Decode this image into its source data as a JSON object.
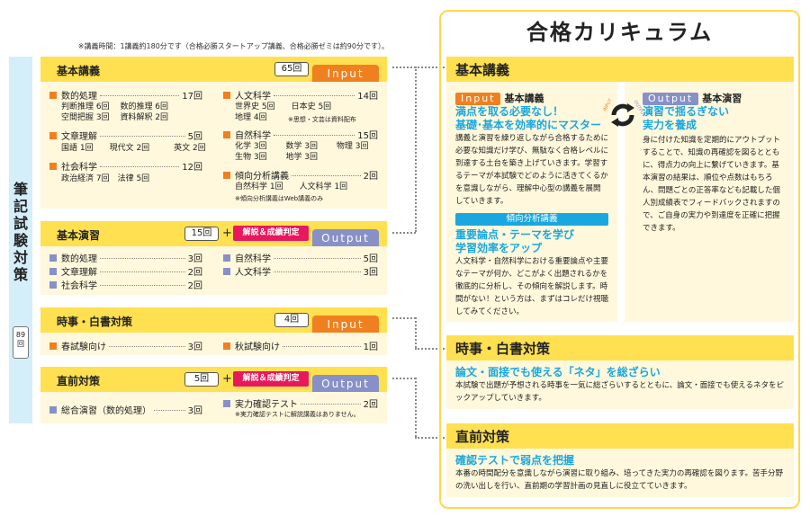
{
  "note": "※講義時間：1講義約180分です（合格必勝スタートアップ講義、合格必勝ゼミは約90分です）。",
  "side": {
    "label": "筆記試験対策",
    "count": "89回"
  },
  "blocks": {
    "kihon_kougi": {
      "title": "基本講義",
      "count": "65回",
      "tag": "Input",
      "items": [
        {
          "label": "数的処理",
          "count": "17回",
          "subs": "判断推理 6回　 数的推理 6回\n空間把握 3回　 資料解釈 2回"
        },
        {
          "label": "文章理解",
          "count": "5回",
          "subs": "国語 1回　　現代文 2回　　　英文 2回"
        },
        {
          "label": "社会科学",
          "count": "12回",
          "subs": "政治経済 7回　法律 5回"
        },
        {
          "label": "人文科学",
          "count": "14回",
          "subs": "世界史 5回　　日本史 5回\n地理 4回"
        },
        {
          "label": "自然科学",
          "count": "15回",
          "subs": "化学 3回　　 数学 3回　　 物理 3回\n生物 3回　　 地学 3回"
        },
        {
          "label": "傾向分析講義",
          "count": "2回",
          "subs": "自然科学 1回　　人文科学 1回"
        }
      ],
      "note_jinbun": "※思想・文芸は資料配布",
      "note_keikou": "※傾向分析講義はWeb講義のみ"
    },
    "kihon_enshu": {
      "title": "基本演習",
      "count": "15回",
      "plus": "+",
      "badge": "解説＆成績判定",
      "tag": "Output",
      "items": [
        {
          "label": "数的処理",
          "count": "3回"
        },
        {
          "label": "文章理解",
          "count": "2回"
        },
        {
          "label": "社会科学",
          "count": "2回"
        },
        {
          "label": "自然科学",
          "count": "5回"
        },
        {
          "label": "人文科学",
          "count": "3回"
        }
      ]
    },
    "jiji": {
      "title": "時事・白書対策",
      "count": "4回",
      "tag": "Input",
      "items": [
        {
          "label": "春試験向け",
          "count": "3回"
        },
        {
          "label": "秋試験向け",
          "count": "1回"
        }
      ]
    },
    "chokuzen": {
      "title": "直前対策",
      "count": "5回",
      "plus": "+",
      "badge": "解説＆成績判定",
      "tag": "Output",
      "items": [
        {
          "label": "総合演習（数的処理）",
          "count": "3回"
        },
        {
          "label": "実力確認テスト",
          "count": "2回"
        }
      ],
      "note": "※実力確認テストに解説講義はありません。"
    }
  },
  "curriculum": {
    "title": "合格カリキュラム",
    "kihon": {
      "header": "基本講義",
      "input": {
        "tag": "Input",
        "title": "基本講義",
        "headline1": "満点を取る必要なし！",
        "headline2": "基礎･基本を効率的にマスター",
        "text": "講義と演習を繰り返しながら合格するために必要な知識だけ学び、無駄なく合格レベルに到達する土台を築き上げていきます。学習するテーマが本試験でどのように活きてくるかを意識しながら、理解中心型の講義を展開していきます。",
        "sub_bar": "傾向分析講義",
        "sub_headline1": "重要論点・テーマを学び",
        "sub_headline2": "学習効率をアップ",
        "sub_text": "人文科学・自然科学における重要論点や主要なテーマが何か、どこがよく出題されるかを徹底的に分析し、その傾向を解説します。時間がない！という方は、まずはコレだけ視聴してみてください。"
      },
      "cycle": {
        "left": "INPUT",
        "right": "OUTPUT"
      },
      "output": {
        "tag": "Output",
        "title": "基本演習",
        "headline1": "演習で揺るぎない",
        "headline2": "実力を養成",
        "text": "身に付けた知識を定期的にアウトプットすることで、知識の再確認を図るとともに、得点力の向上に繋げていきます。基本演習の結果は、順位や点数はもちろん、問題ごとの正答率なども記載した個人別成績表でフィードバックされますので、ご自身の実力や到達度を正確に把握できます。"
      }
    },
    "jiji": {
      "header": "時事・白書対策",
      "headline": "論文・面接でも使える「ネタ」を総ざらい",
      "text": "本試験で出題が予想される時事を一気に総ざらいするとともに、論文・面接でも使えるネタをピックアップしていきます。"
    },
    "chokuzen": {
      "header": "直前対策",
      "headline": "確認テストで弱点を把握",
      "text": "本番の時間配分を意識しながら演習に取り組み、培ってきた実力の再確認を図ります。苦手分野の洗い出しを行い、直前期の学習計画の見直しに役立てていきます。"
    }
  },
  "colors": {
    "header": "#ffe050",
    "body": "#fff8dc",
    "input": "#f0801f",
    "output": "#8890c8",
    "badge": "#e8185e",
    "accent": "#1aa7e0",
    "side": "#d4eefa"
  }
}
